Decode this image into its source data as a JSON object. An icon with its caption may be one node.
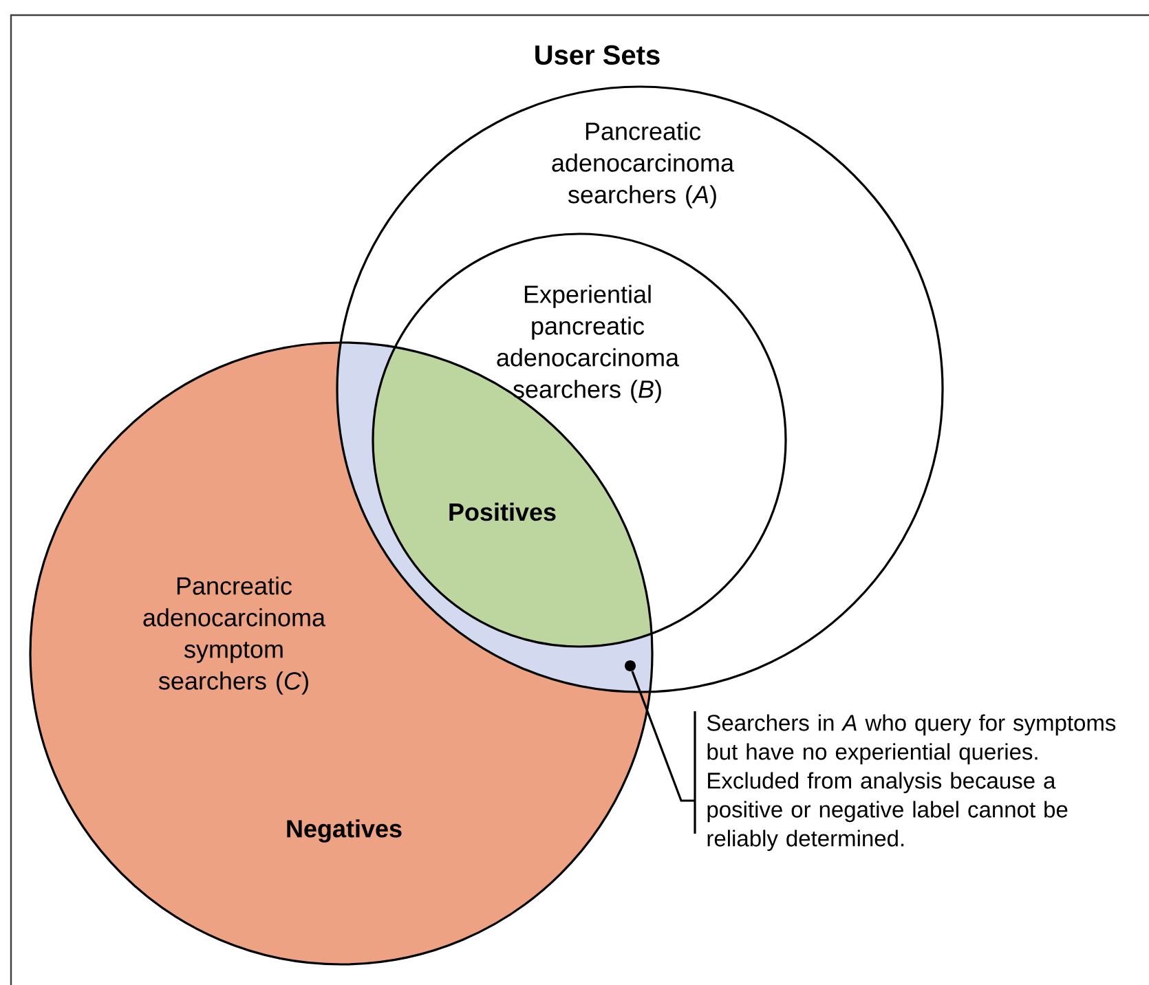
{
  "diagram": {
    "title": "User Sets",
    "nodes": [
      {
        "text": [
          "Pancreatic adenocarcinoma searchers (*A*)"
        ]
      },
      {
        "text": [
          "Experiential pancreatic adenocarcinoma searchers (*B*)"
        ],
        "in": 0
      },
      {
        "text": [
          "Pancreatic adenocarcinoma symptom searchers (*C*)",
          "Negatives"
        ]
      },
      {
        "text": [],
        "shape": "dot"
      },
      {
        "text": [
          "Searchers in *A* who query for symptoms but have no experiential queries. Excluded from analysis because a positive or negative label cannot be reliably determined."
        ]
      }
    ],
    "edges": [
      {
        "from": 4,
        "to": 3,
        "arrow": "none"
      }
    ],
    "labels": [
      "Positives"
    ]
  }
}
